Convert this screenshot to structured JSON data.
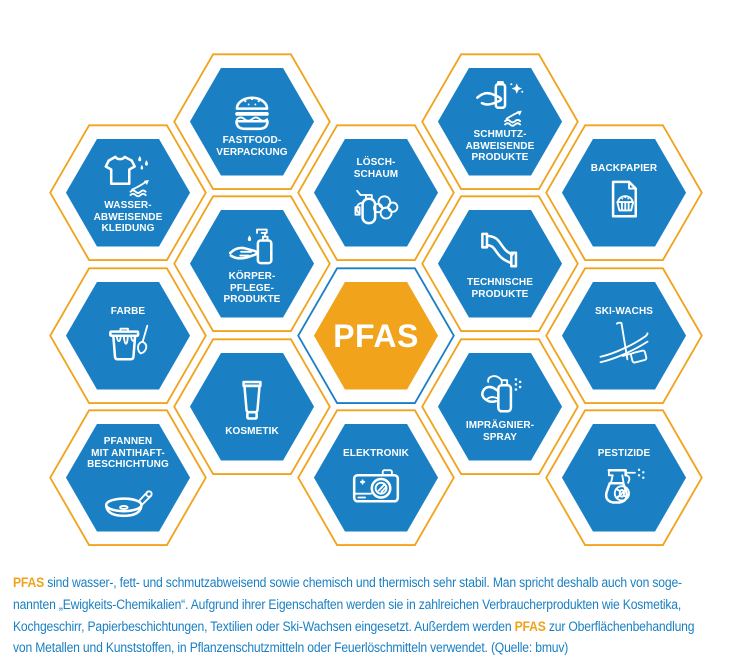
{
  "colors": {
    "blue": "#1a80c3",
    "orange": "#f0a31b",
    "icon_stroke": "#ffffff"
  },
  "cells": [
    {
      "id": "fastfood",
      "icon": "burger-icon",
      "icon_position": "top",
      "label": "FASTFOOD-\nVERPACKUNG"
    },
    {
      "id": "schmutz",
      "icon": "cleaning-hand-icon",
      "icon_position": "top",
      "label": "SCHMUTZ-\nABWEISENDE\nPRODUKTE"
    },
    {
      "id": "wasser",
      "icon": "tshirt-water-icon",
      "icon_position": "top",
      "label": "WASSER-\nABWEISENDE\nKLEIDUNG"
    },
    {
      "id": "loeschschaum",
      "icon": "fire-extinguisher-icon",
      "icon_position": "bottom",
      "label": "LÖSCH-\nSCHAUM"
    },
    {
      "id": "backpapier",
      "icon": "baking-paper-icon",
      "icon_position": "bottom",
      "label": "BACKPAPIER"
    },
    {
      "id": "koerperpflege",
      "icon": "soap-dispenser-icon",
      "icon_position": "top",
      "label": "KÖRPER-\nPFLEGE-\nPRODUKTE"
    },
    {
      "id": "technische",
      "icon": "pipe-icon",
      "icon_position": "top",
      "label": "TECHNISCHE\nPRODUKTE"
    },
    {
      "id": "farbe",
      "icon": "paint-bucket-icon",
      "icon_position": "bottom",
      "label": "FARBE"
    },
    {
      "id": "pfas-center",
      "icon": "none",
      "icon_position": "none",
      "label": "PFAS"
    },
    {
      "id": "skiwachs",
      "icon": "ski-wax-icon",
      "icon_position": "bottom",
      "label": "SKI-WACHS"
    },
    {
      "id": "kosmetik",
      "icon": "cosmetic-tube-icon",
      "icon_position": "top",
      "label": "KOSMETIK"
    },
    {
      "id": "impraegnier",
      "icon": "spray-can-icon",
      "icon_position": "top",
      "label": "IMPRÄGNIER-\nSPRAY"
    },
    {
      "id": "pfannen",
      "icon": "frying-pan-icon",
      "icon_position": "bottom",
      "label": "PFANNEN\nMIT ANTIHAFT-\nBESCHICHTUNG"
    },
    {
      "id": "elektronik",
      "icon": "camera-icon",
      "icon_position": "bottom",
      "label": "ELEKTRONIK"
    },
    {
      "id": "pestizide",
      "icon": "pesticide-spray-icon",
      "icon_position": "bottom",
      "label": "PESTIZIDE"
    }
  ],
  "footer": {
    "pfas_1": "PFAS",
    "text_1": " sind wasser-, fett- und schmutzabweisend sowie chemisch und thermisch sehr stabil. Man spricht deshalb auch von soge-\nnannten „Ewigkeits-Chemikalien“. Aufgrund ihrer Eigenschaften werden sie in zahlreichen Verbraucherprodukten wie Kosmetika,\nKochgeschirr, Papierbeschichtungen, Textilien oder Ski-Wachsen eingesetzt. Außerdem werden ",
    "pfas_2": "PFAS",
    "text_2": " zur Oberflächenbehandlung\nvon Metallen und Kunststoffen, in Pflanzenschutzmitteln oder Feuerlöschmitteln verwendet. (Quelle: bmuv)"
  }
}
